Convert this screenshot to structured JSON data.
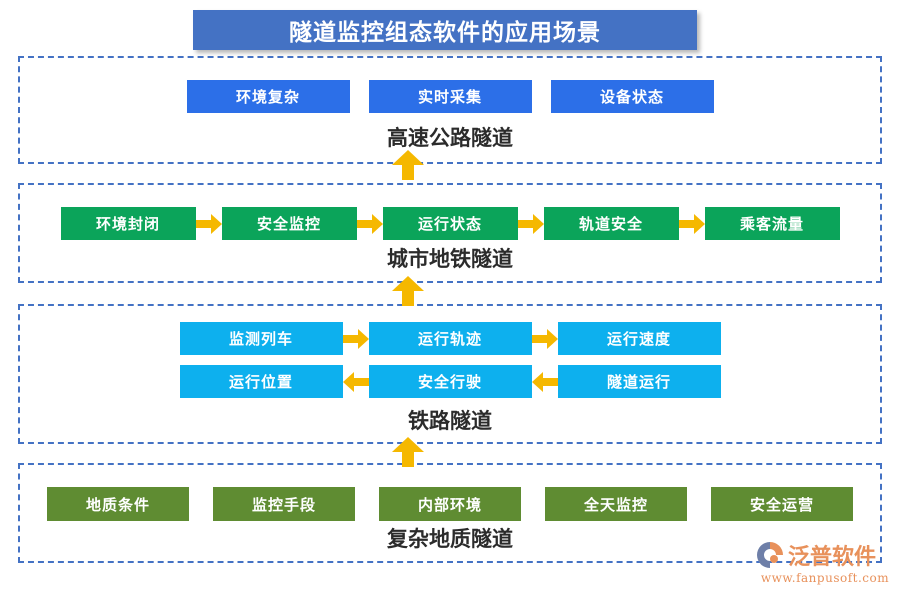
{
  "title": "隧道监控组态软件的应用场景",
  "colors": {
    "title_banner": "#4472C4",
    "panel_border": "#4472C4",
    "section_1_box": "#2C6FE8",
    "section_2_box": "#0BA45A",
    "section_3_box": "#0DB0EE",
    "section_4_box": "#5F8C32",
    "arrow": "#F5B800",
    "caption_text": "#2b2b2b",
    "logo": "#E8915B"
  },
  "sections": [
    {
      "caption": "高速公路隧道",
      "style": "blue",
      "rows": [
        {
          "boxes": [
            "环境复杂",
            "实时采集",
            "设备状态"
          ],
          "arrows": "none"
        }
      ]
    },
    {
      "caption": "城市地铁隧道",
      "style": "green",
      "rows": [
        {
          "boxes": [
            "环境封闭",
            "安全监控",
            "运行状态",
            "轨道安全",
            "乘客流量"
          ],
          "arrows": "right"
        }
      ]
    },
    {
      "caption": "铁路隧道",
      "style": "cyan",
      "rows": [
        {
          "boxes": [
            "监测列车",
            "运行轨迹",
            "运行速度"
          ],
          "arrows": "right"
        },
        {
          "boxes": [
            "运行位置",
            "安全行驶",
            "隧道运行"
          ],
          "arrows": "left"
        }
      ]
    },
    {
      "caption": "复杂地质隧道",
      "style": "olive",
      "rows": [
        {
          "boxes": [
            "地质条件",
            "监控手段",
            "内部环境",
            "全天监控",
            "安全运营"
          ],
          "arrows": "none"
        }
      ]
    }
  ],
  "connectors": [
    {
      "name": "arrow-up-section2-to-section1",
      "direction": "up"
    },
    {
      "name": "arrow-up-section3-to-section2",
      "direction": "up"
    },
    {
      "name": "arrow-up-section4-to-section3",
      "direction": "up"
    }
  ],
  "logo": {
    "name": "泛普软件",
    "url": "www.fanpusoft.com"
  }
}
